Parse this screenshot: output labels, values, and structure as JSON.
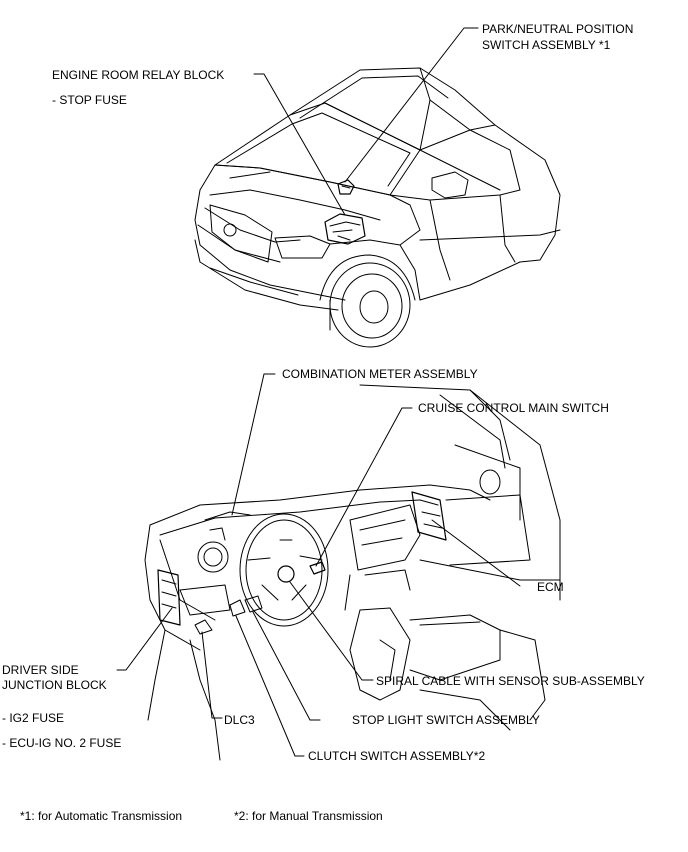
{
  "labels": {
    "park_neutral_line1": "PARK/NEUTRAL POSITION",
    "park_neutral_line2": "SWITCH ASSEMBLY *1",
    "engine_room_relay": "ENGINE ROOM RELAY BLOCK",
    "stop_fuse": "- STOP FUSE",
    "combination_meter": "COMBINATION METER ASSEMBLY",
    "cruise_control": "CRUISE CONTROL  MAIN SWITCH",
    "ecm": "ECM",
    "driver_jb_line1": "DRIVER SIDE",
    "driver_jb_line2": "JUNCTION BLOCK",
    "ig2_fuse": "- IG2 FUSE",
    "ecu_ig_fuse": "- ECU-IG NO. 2 FUSE",
    "spiral_cable": "SPIRAL CABLE WITH SENSOR SUB-ASSEMBLY",
    "dlc3": "DLC3",
    "stop_light": "STOP LIGHT SWITCH ASSEMBLY",
    "clutch_switch": "CLUTCH SWITCH ASSEMBLY*2"
  },
  "footnotes": {
    "note1": "*1: for Automatic Transmission",
    "note2": "*2: for Manual Transmission"
  }
}
